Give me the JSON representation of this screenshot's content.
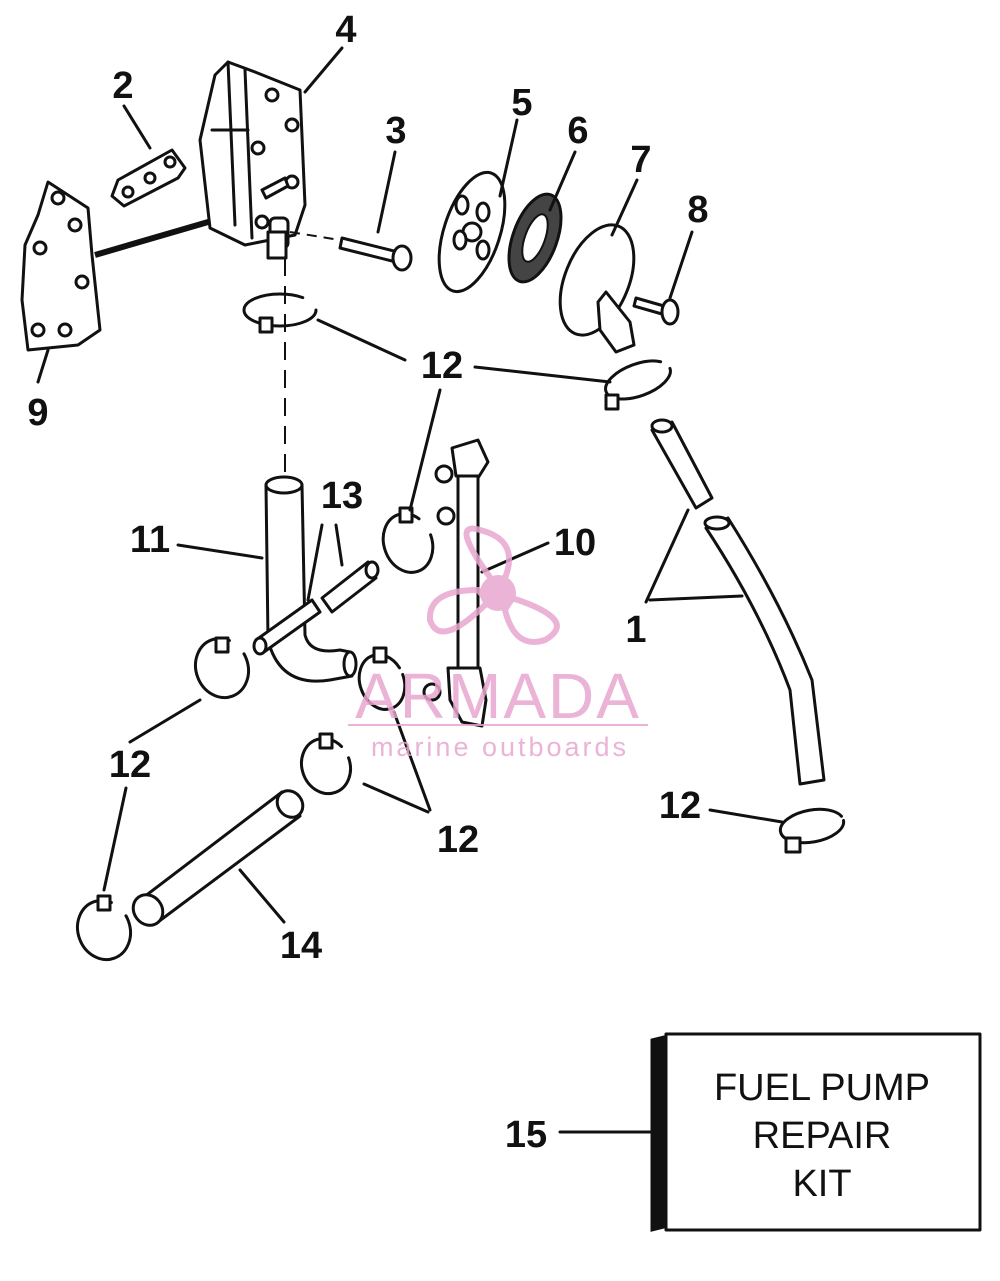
{
  "labels": {
    "n1": "1",
    "n2": "2",
    "n3": "3",
    "n4": "4",
    "n5": "5",
    "n6": "6",
    "n7": "7",
    "n8": "8",
    "n9": "9",
    "n10": "10",
    "n11": "11",
    "n12": "12",
    "n13": "13",
    "n14": "14",
    "n15": "15"
  },
  "kit": {
    "line1": "FUEL PUMP",
    "line2": "REPAIR",
    "line3": "KIT"
  },
  "watermark": {
    "brand": "ARMADA",
    "tagline": "marine outboards",
    "color": "#e8a6cf"
  }
}
